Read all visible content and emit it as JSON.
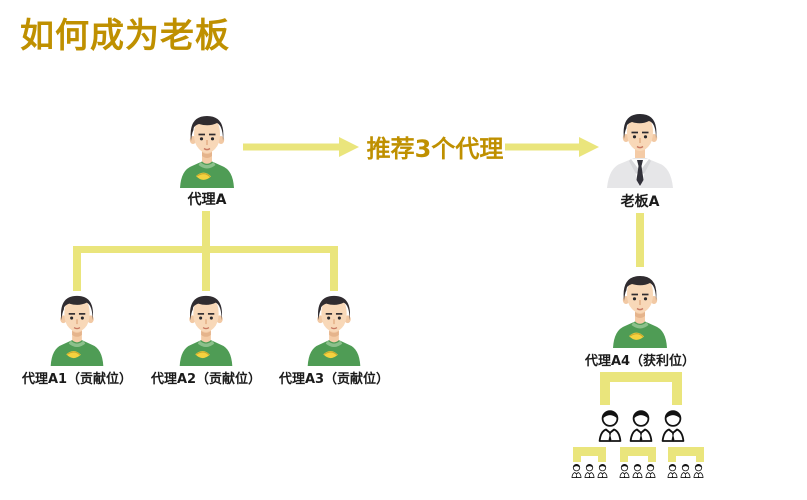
{
  "slide": {
    "title": "如何成为老板"
  },
  "flow": {
    "arrow_label": "推荐3个代理"
  },
  "nodes": {
    "agent_a": "代理A",
    "boss_a": "老板A",
    "agent_a1": "代理A1（贡献位）",
    "agent_a2": "代理A2（贡献位）",
    "agent_a3": "代理A3（贡献位）",
    "agent_a4": "代理A4（获利位）"
  },
  "icons": {
    "agent": "young-man-green-shirt-avatar",
    "boss": "man-in-suit-avatar",
    "member": "person-outline-icon"
  },
  "colors": {
    "title_gold": "#BF9000",
    "connector_yellow": "#EAE57C",
    "shirt_green": "#4F9C55",
    "collar_green": "#8CC08B",
    "banana_yellow": "#F4D23F",
    "suit_gray": "#E6E6E8",
    "tie_dark": "#33323B",
    "skin": "#F8D8B8",
    "hair": "#302C30",
    "label_black": "#1B1B1B"
  }
}
